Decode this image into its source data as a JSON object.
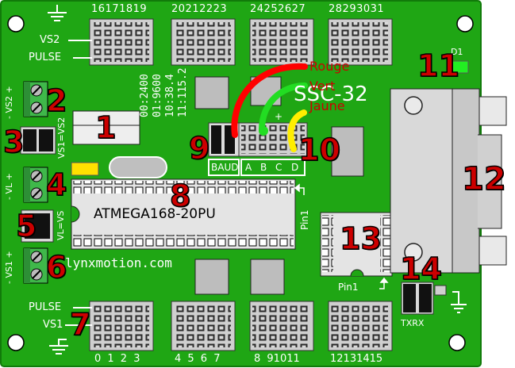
{
  "board": {
    "pcb_color": "#1fa614",
    "header_top_labels": [
      "16171819",
      "20212223",
      "24252627",
      "28293031"
    ],
    "header_bottom_labels": [
      "0 1 2 3",
      "4 5 6 7",
      "8 91011",
      "12131415"
    ],
    "left_labels_top": {
      "vs2": "VS2",
      "pulse": "PULSE"
    },
    "left_labels_bottom": {
      "pulse": "PULSE",
      "vs1": "VS1"
    },
    "term_vs2": "- VS2 +",
    "term_vl": "- VL +",
    "term_vs1": "- VS1 +",
    "jumper_vs1vs2": "VS1=VS2",
    "jumper_vlvs": "VL=VS",
    "baud_rates": [
      "00:2400",
      "01:9600",
      "10:38.4",
      "11:115.2"
    ],
    "baud_label": "BAUD",
    "abcd": [
      "A",
      "B",
      "C",
      "D"
    ],
    "plus": "+",
    "chip_label": "ATMEGA168-20PU",
    "pin1_chip": "Pin1",
    "pin1_socket": "Pin1",
    "website": "lynxmotion.com",
    "board_name": "SSC-32",
    "led_label": "D1",
    "txrx": "TXRX"
  },
  "wires": [
    {
      "name": "Rouge",
      "color": "#ff0000"
    },
    {
      "name": "Vert",
      "color": "#22dd22"
    },
    {
      "name": "Jaune",
      "color": "#ffee00"
    }
  ],
  "callouts": [
    "1",
    "2",
    "3",
    "4",
    "5",
    "6",
    "7",
    "8",
    "9",
    "10",
    "11",
    "12",
    "13",
    "14"
  ]
}
